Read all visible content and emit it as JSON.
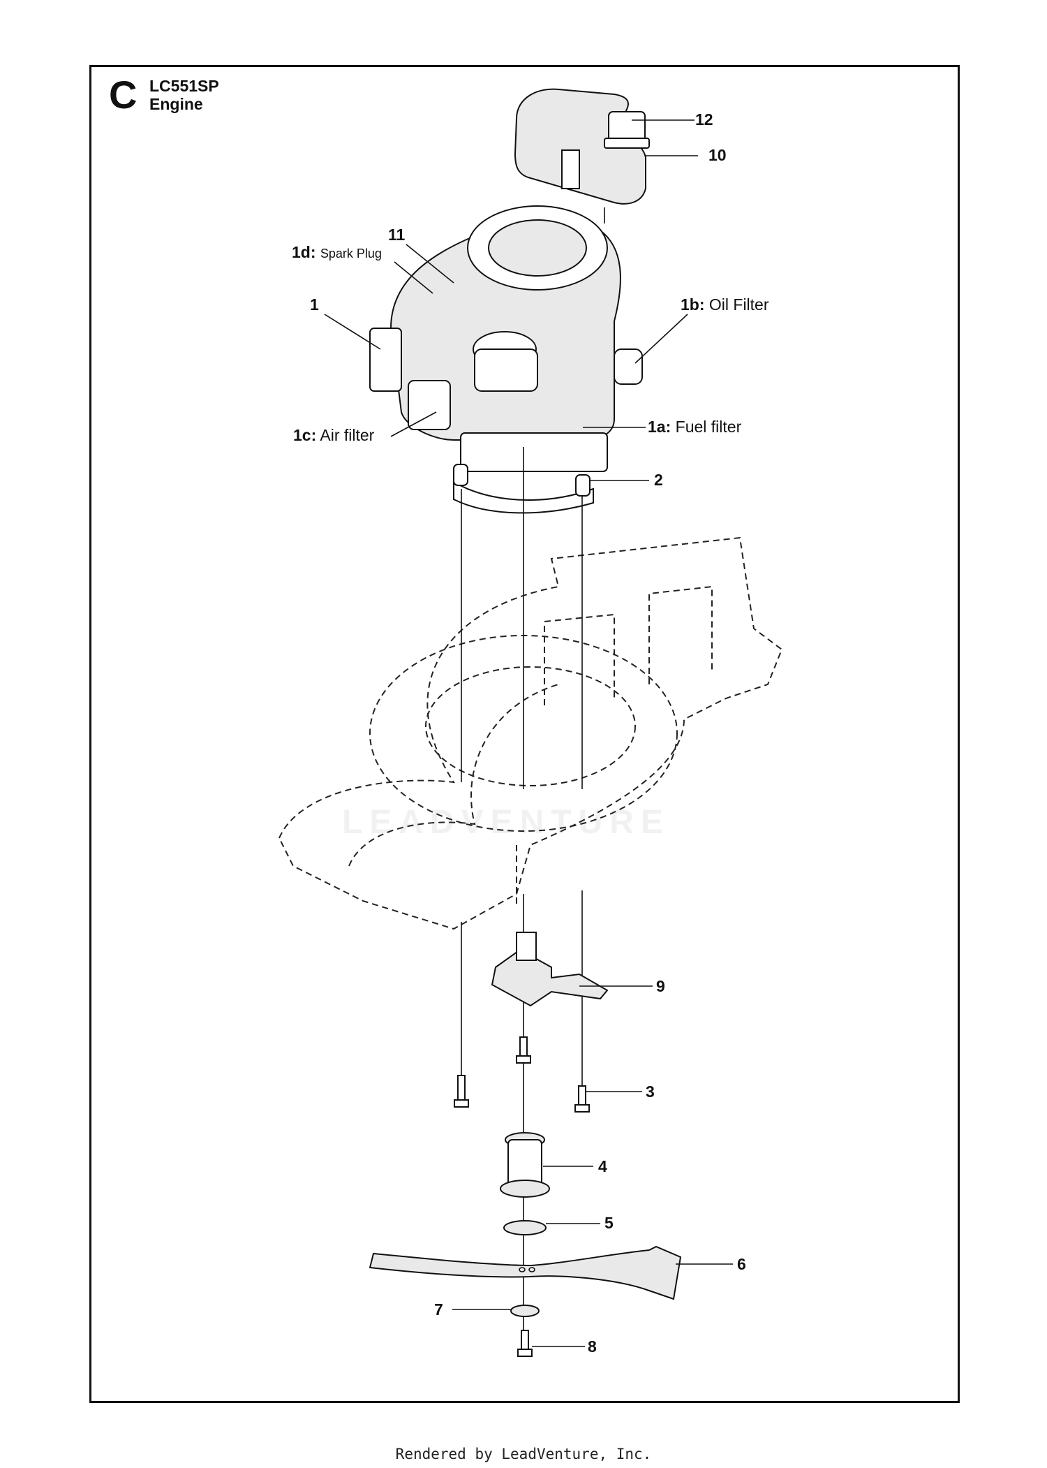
{
  "section": {
    "letter": "C",
    "model": "LC551SP",
    "name": "Engine"
  },
  "callouts": {
    "p12": {
      "num": "12",
      "desc": ""
    },
    "p10": {
      "num": "10",
      "desc": ""
    },
    "p11": {
      "num": "11",
      "desc": ""
    },
    "p1d": {
      "num": "1d:",
      "desc": "Spark Plug"
    },
    "p1": {
      "num": "1",
      "desc": ""
    },
    "p1b": {
      "num": "1b:",
      "desc": "Oil Filter"
    },
    "p1c": {
      "num": "1c:",
      "desc": "Air filter"
    },
    "p1a": {
      "num": "1a:",
      "desc": "Fuel filter"
    },
    "p2": {
      "num": "2",
      "desc": ""
    },
    "p9": {
      "num": "9",
      "desc": ""
    },
    "p3": {
      "num": "3",
      "desc": ""
    },
    "p4": {
      "num": "4",
      "desc": ""
    },
    "p5": {
      "num": "5",
      "desc": ""
    },
    "p6": {
      "num": "6",
      "desc": ""
    },
    "p7": {
      "num": "7",
      "desc": ""
    },
    "p8": {
      "num": "8",
      "desc": ""
    }
  },
  "watermark": "LEADVENTURE",
  "footer": "Rendered by LeadVenture, Inc."
}
